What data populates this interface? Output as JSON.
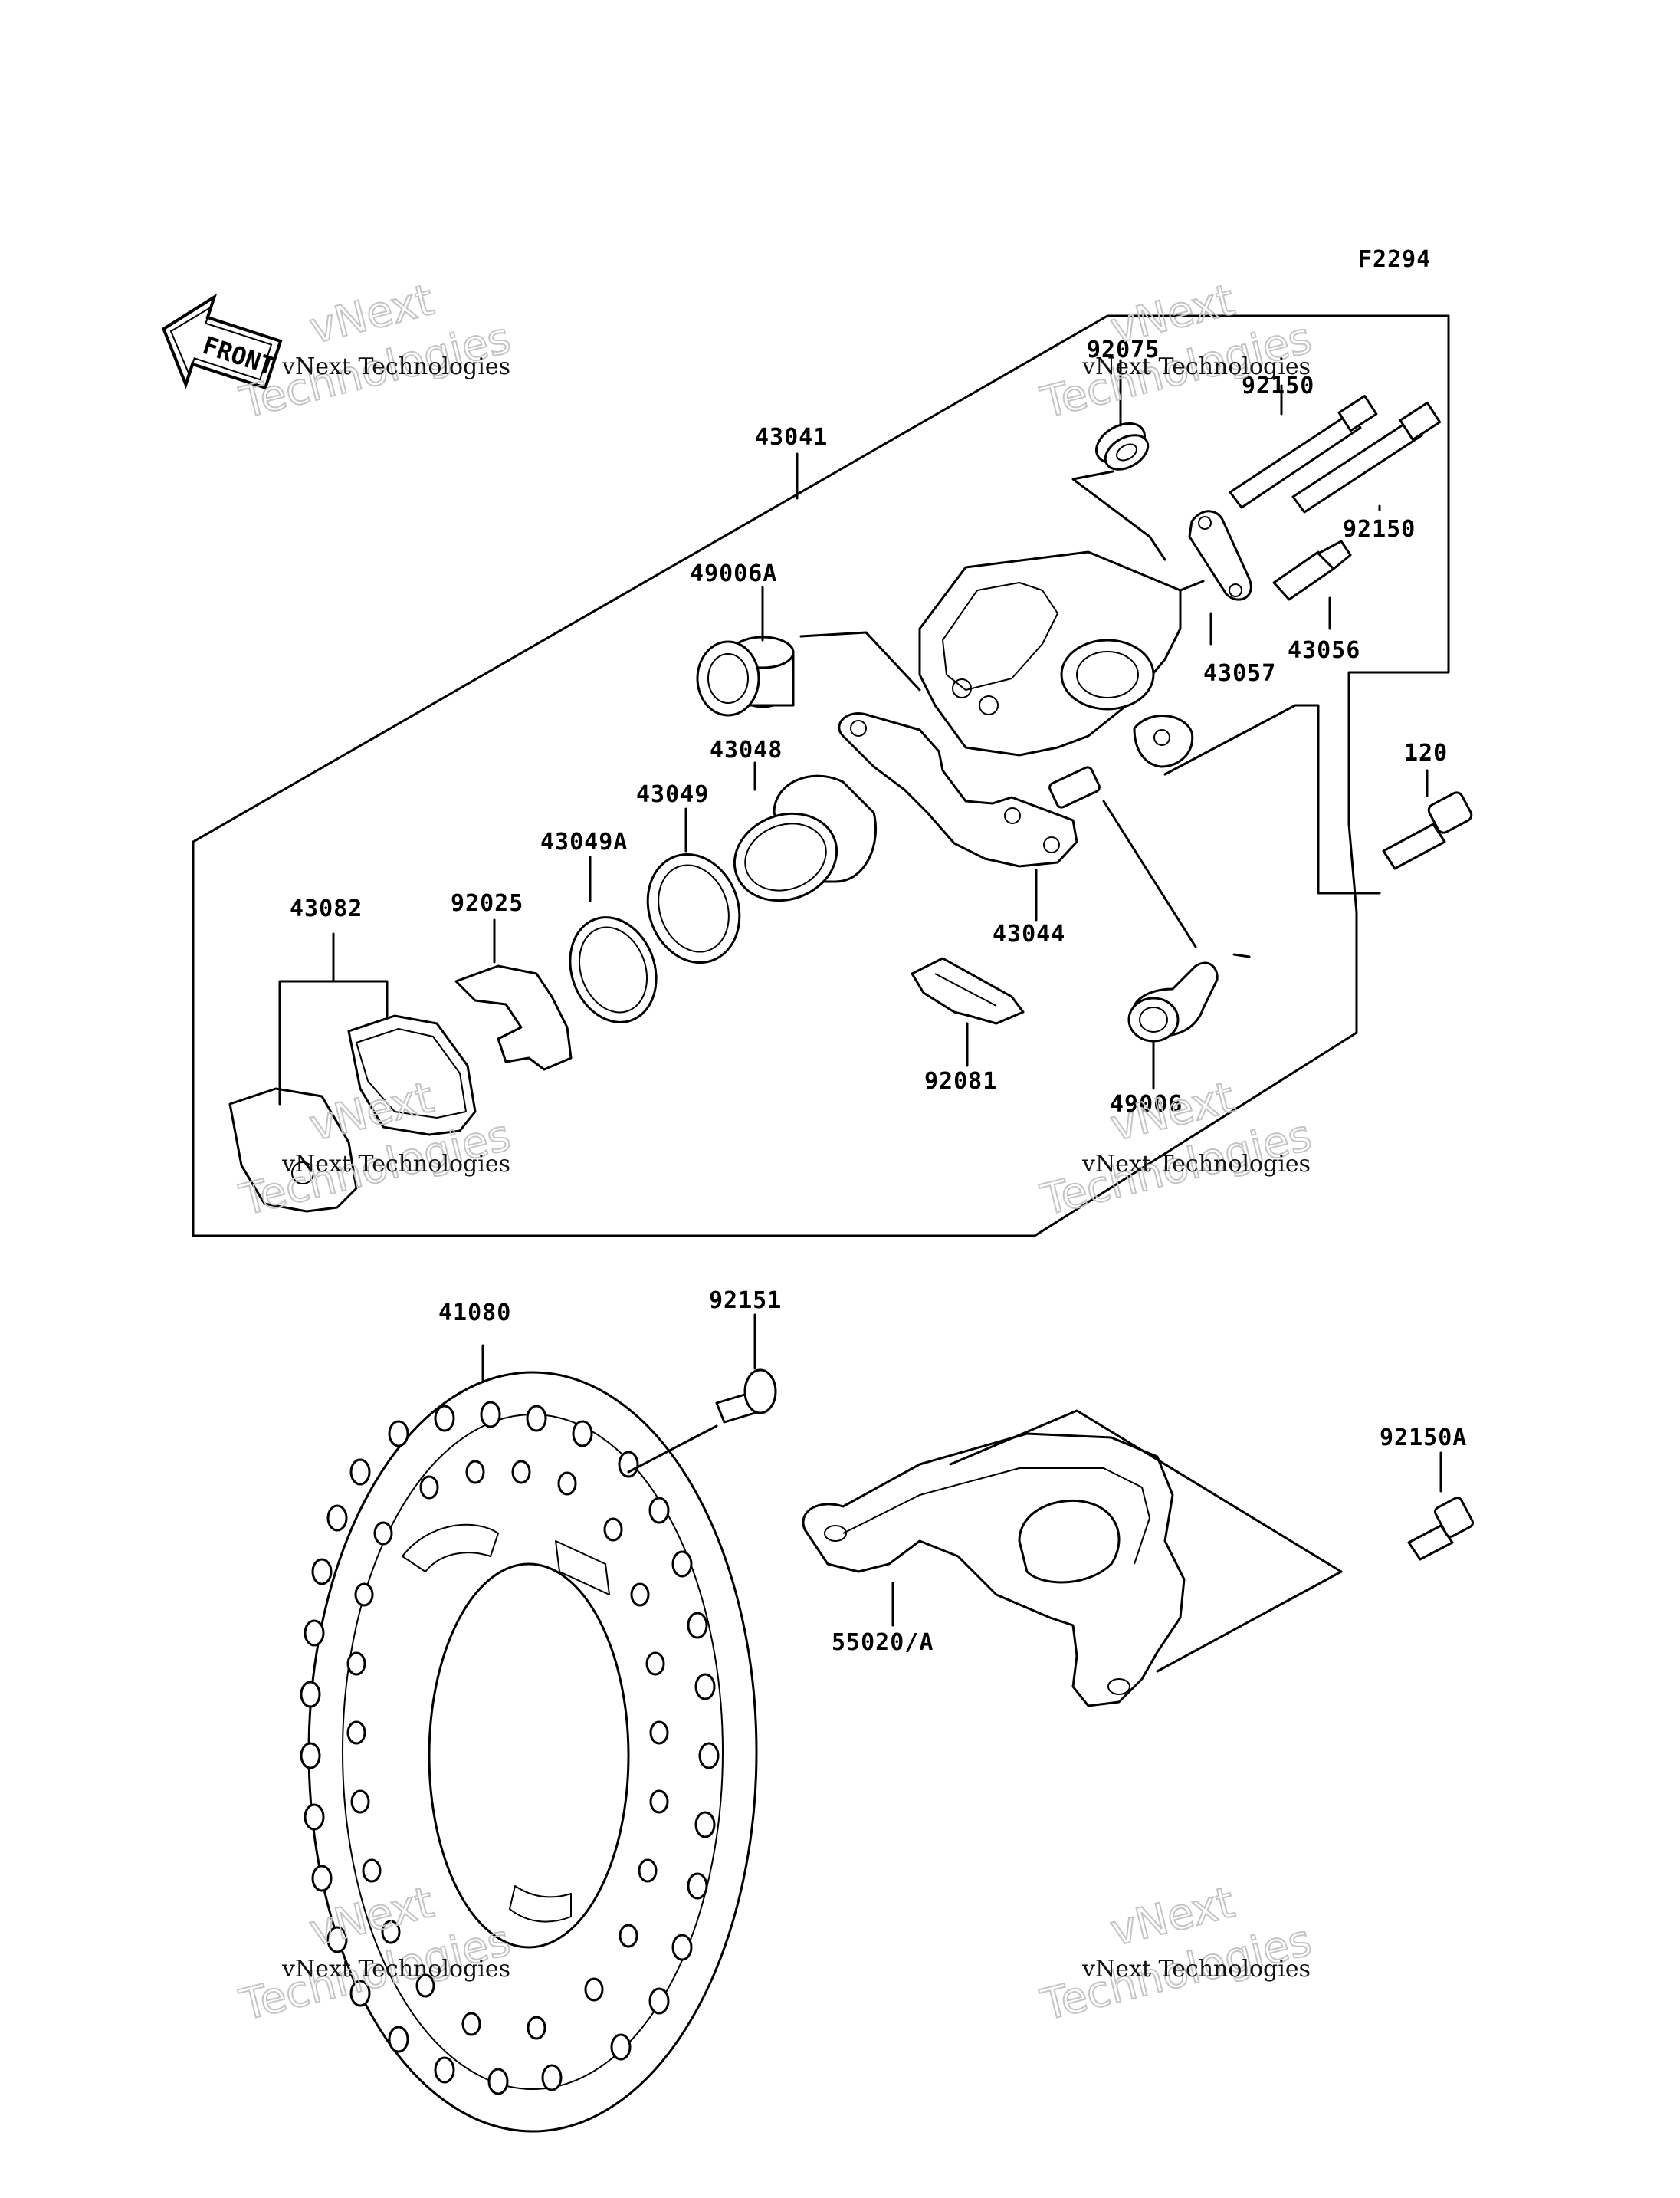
{
  "figure_code": "F2294",
  "front_label": "FRONT",
  "watermark": {
    "small_text": "vNext Technologies",
    "big_line1": "vNext",
    "big_line2": "Technologies"
  },
  "parts": [
    {
      "id": "43041",
      "label": "43041"
    },
    {
      "id": "92075",
      "label": "92075"
    },
    {
      "id": "92150-upper",
      "label": "92150"
    },
    {
      "id": "92150-lower",
      "label": "92150"
    },
    {
      "id": "49006A",
      "label": "49006A"
    },
    {
      "id": "43057",
      "label": "43057"
    },
    {
      "id": "43056",
      "label": "43056"
    },
    {
      "id": "43048",
      "label": "43048"
    },
    {
      "id": "43049",
      "label": "43049"
    },
    {
      "id": "43049A",
      "label": "43049A"
    },
    {
      "id": "120",
      "label": "120"
    },
    {
      "id": "43082",
      "label": "43082"
    },
    {
      "id": "92025",
      "label": "92025"
    },
    {
      "id": "43044",
      "label": "43044"
    },
    {
      "id": "92081",
      "label": "92081"
    },
    {
      "id": "49006",
      "label": "49006"
    },
    {
      "id": "41080",
      "label": "41080"
    },
    {
      "id": "92151",
      "label": "92151"
    },
    {
      "id": "92150A",
      "label": "92150A"
    },
    {
      "id": "55020A",
      "label": "55020/A"
    }
  ]
}
